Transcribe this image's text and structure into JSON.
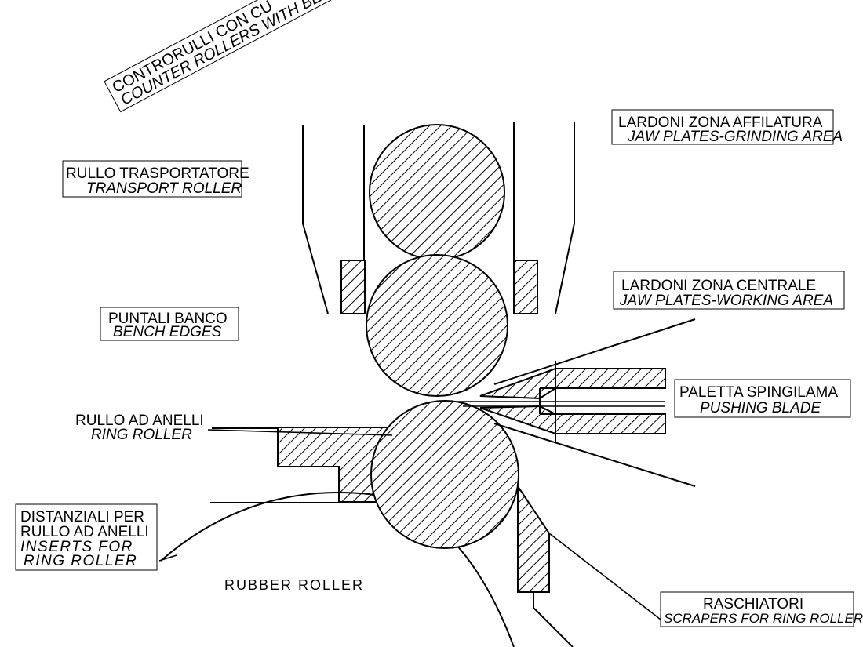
{
  "labels": {
    "counter_rollers": {
      "it": "CONTRORULLI CON CU",
      "en": "COUNTER ROLLERS WITH BEAR"
    },
    "transport_roller": {
      "it": "RULLO TRASPORTATORE",
      "en": "TRANSPORT ROLLER"
    },
    "jaw_grinding": {
      "it": "LARDONI ZONA AFFILATURA",
      "en": "JAW PLATES-GRINDING AREA"
    },
    "jaw_working": {
      "it": "LARDONI ZONA CENTRALE",
      "en": "JAW PLATES-WORKING AREA"
    },
    "bench_edges": {
      "it": "PUNTALI BANCO",
      "en": "BENCH EDGES"
    },
    "pushing_blade": {
      "it": "PALETTA SPINGILAMA",
      "en": "PUSHING BLADE"
    },
    "ring_roller": {
      "it": "RULLO AD ANELLI",
      "en": "RING ROLLER"
    },
    "inserts": {
      "it1": "DISTANZIALI PER",
      "it2": "RULLO AD ANELLI",
      "en1": "INSERTS FOR",
      "en2": "RING ROLLER"
    },
    "rubber_roller": "RUBBER ROLLER",
    "scrapers": {
      "it": "RASCHIATORI",
      "en": "SCRAPERS FOR RING ROLLER"
    }
  }
}
